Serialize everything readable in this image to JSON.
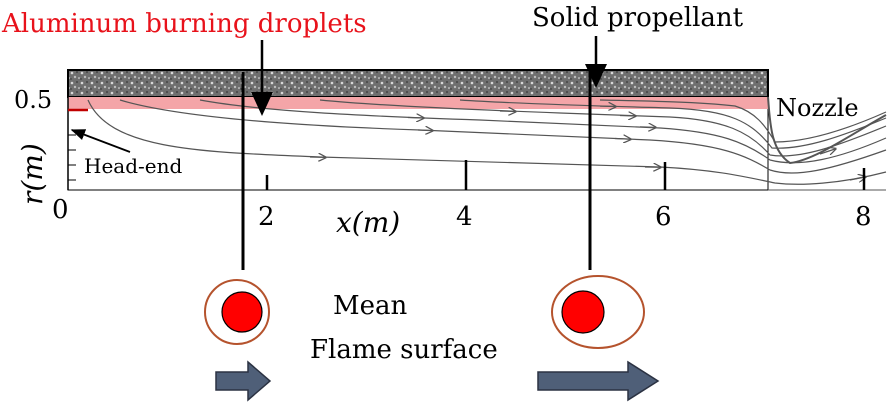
{
  "labels": {
    "aluminum": "Aluminum burning droplets",
    "solid_propellant": "Solid propellant",
    "nozzle": "Nozzle",
    "head_end": "Head-end",
    "mean_flame_line1": "Mean",
    "mean_flame_line2": "Flame surface"
  },
  "axes": {
    "ylabel": "r(m)",
    "xlabel": "x(m)",
    "y_tick_05": "0.5",
    "x_tick_0": "0",
    "x_tick_2": "2",
    "x_tick_4": "4",
    "x_tick_6": "6",
    "x_tick_8": "8"
  },
  "colors": {
    "aluminum_label": "#e8121b",
    "propellant_fill": "#8a8a8a",
    "burning_layer": "#f4a5a8",
    "droplet_fill": "#ff0000",
    "flame_outline": "#b5532d",
    "velocity_arrow": "#4f5f78"
  },
  "icons": {
    "droplet_left": "burning-droplet-symmetric-flame",
    "droplet_right": "burning-droplet-elongated-flame",
    "arrow_small": "block-arrow-right",
    "arrow_large": "block-arrow-right"
  }
}
